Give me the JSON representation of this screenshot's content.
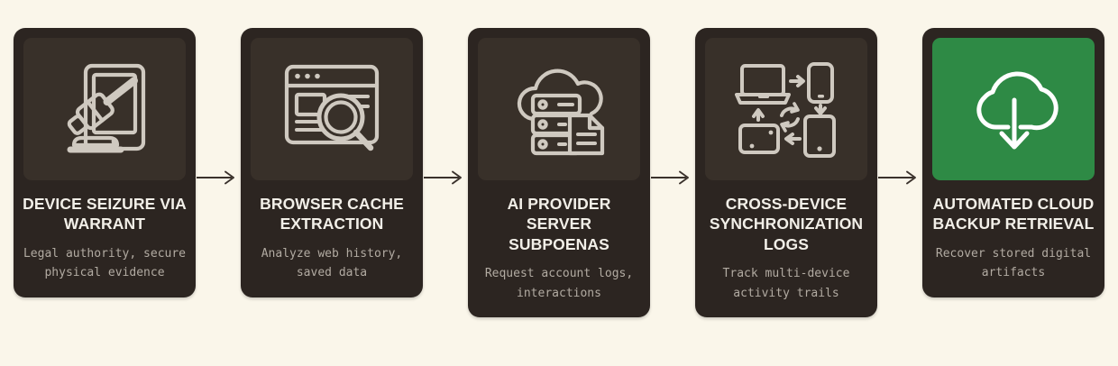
{
  "page": {
    "background_color": "#FAF6EA",
    "card_color": "#2C2521",
    "icon_panel_color": "#383029",
    "accent_color": "#2E8A45",
    "title_color": "#F2EFE8",
    "desc_color": "#B2ABA2",
    "connector_color": "#3A322C"
  },
  "steps": [
    {
      "index": 1,
      "icon": "gavel-tablet-icon",
      "title": "DEVICE SEIZURE VIA WARRANT",
      "description": "Legal authority, secure physical evidence",
      "highlighted": false
    },
    {
      "index": 2,
      "icon": "browser-magnifier-icon",
      "title": "BROWSER CACHE EXTRACTION",
      "description": "Analyze web history, saved data",
      "highlighted": false
    },
    {
      "index": 3,
      "icon": "cloud-server-document-icon",
      "title": "AI PROVIDER SERVER SUBPOENAS",
      "description": "Request account logs, interactions",
      "highlighted": false
    },
    {
      "index": 4,
      "icon": "cross-device-sync-icon",
      "title": "CROSS-DEVICE SYNCHRONIZATION LOGS",
      "description": "Track multi-device activity trails",
      "highlighted": false
    },
    {
      "index": 5,
      "icon": "cloud-download-icon",
      "title": "AUTOMATED CLOUD BACKUP RETRIEVAL",
      "description": "Recover stored digital artifacts",
      "highlighted": true
    }
  ],
  "connectors": [
    {
      "icon": "arrow-right-icon",
      "from": 1,
      "to": 2
    },
    {
      "icon": "arrow-right-icon",
      "from": 2,
      "to": 3
    },
    {
      "icon": "arrow-right-icon",
      "from": 3,
      "to": 4
    },
    {
      "icon": "arrow-right-icon",
      "from": 4,
      "to": 5
    }
  ]
}
